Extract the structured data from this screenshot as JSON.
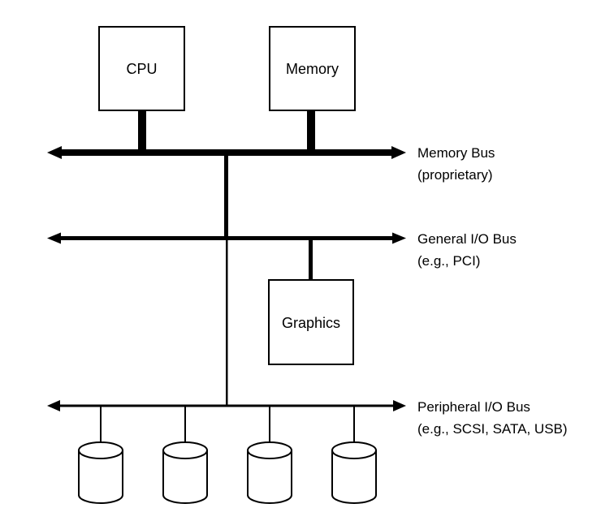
{
  "components": {
    "cpu": "CPU",
    "memory": "Memory",
    "graphics": "Graphics"
  },
  "buses": {
    "memory_bus": {
      "name": "Memory Bus",
      "detail": "(proprietary)"
    },
    "general_io_bus": {
      "name": "General I/O Bus",
      "detail": "(e.g., PCI)"
    },
    "peripheral_io_bus": {
      "name": "Peripheral I/O Bus",
      "detail": "(e.g., SCSI, SATA, USB)"
    }
  },
  "colors": {
    "line": "#000000",
    "background": "#ffffff"
  }
}
